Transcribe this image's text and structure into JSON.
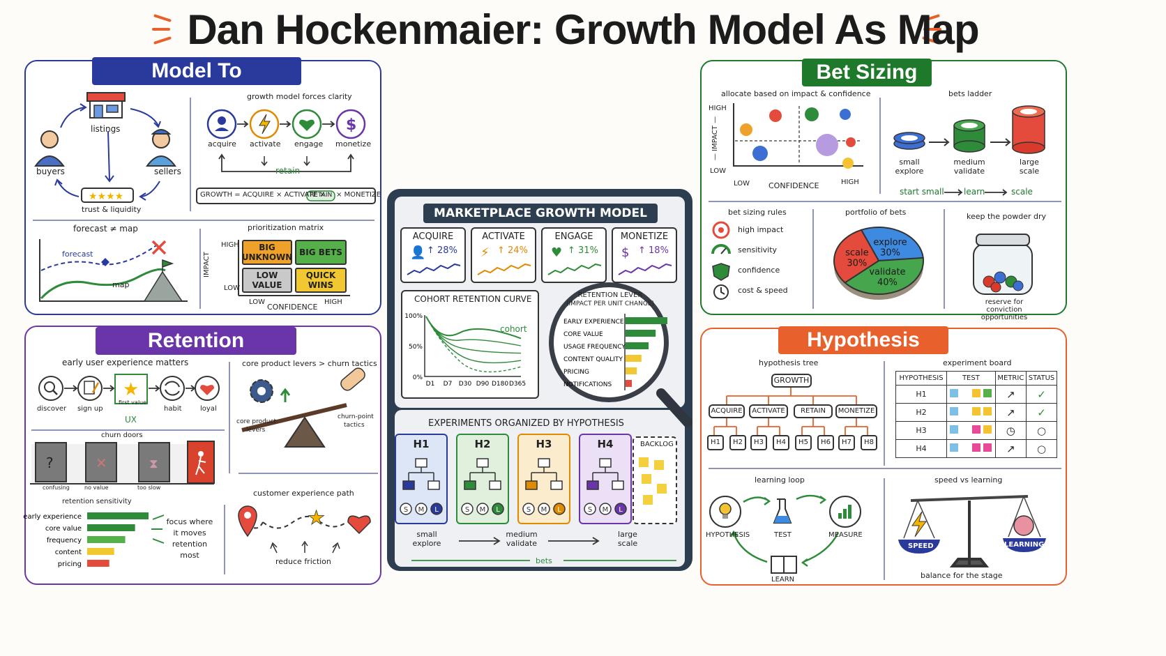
{
  "title": "Dan Hockenmaier: Growth Model As Map",
  "colors": {
    "blue": "#2a3a9c",
    "green": "#1e7a2a",
    "purple": "#6a35a8",
    "orange": "#e8602c",
    "navy": "#2d3e50"
  },
  "model": {
    "title": "Model To Understand",
    "listings": "listings",
    "buyers": "buyers",
    "sellers": "sellers",
    "trust": "trust & liquidity",
    "clarity": "growth model forces clarity",
    "steps": [
      "acquire",
      "activate",
      "engage",
      "monetize"
    ],
    "retain": "retain",
    "formula_a": "GROWTH = ACQUIRE × ACTIVATE ×",
    "formula_b": "RETAIN",
    "formula_c": "× MONETIZE",
    "forecast_title": "forecast ≠ map",
    "forecast": "forecast",
    "map": "map",
    "matrix_title": "prioritization matrix",
    "high": "HIGH",
    "low": "LOW",
    "impact": "IMPACT",
    "confidence": "CONFIDENCE",
    "cells": [
      "BIG UNKNOWN",
      "BIG BETS",
      "LOW VALUE",
      "QUICK WINS"
    ]
  },
  "bet": {
    "title": "Bet Sizing",
    "scatter_title": "allocate based on impact & confidence",
    "high": "HIGH",
    "low": "LOW",
    "impact": "— IMPACT —",
    "confidence": "CONFIDENCE",
    "ladder_title": "bets ladder",
    "ladder": [
      [
        "small",
        "explore"
      ],
      [
        "medium",
        "validate"
      ],
      [
        "large",
        "scale"
      ]
    ],
    "ladder_flow": [
      "start small",
      "learn",
      "scale"
    ],
    "rules_title": "bet sizing rules",
    "rules": [
      "high impact",
      "sensitivity",
      "confidence",
      "cost & speed"
    ],
    "portfolio_title": "portfolio of bets",
    "slices": [
      {
        "name": "explore",
        "value": 30,
        "label": "30%"
      },
      {
        "name": "validate",
        "value": 40,
        "label": "40%"
      },
      {
        "name": "scale",
        "value": 30,
        "label": "30%"
      }
    ],
    "powder_title": "keep the powder dry",
    "reserve": [
      "reserve for",
      "conviction",
      "opportunities"
    ]
  },
  "ret": {
    "title": "Retention Sensitivity",
    "ux_title": "early user experience matters",
    "steps": [
      "discover",
      "sign up",
      "first value",
      "habit",
      "loyal"
    ],
    "ux": "UX",
    "levers_title": "core product levers > churn tactics",
    "core": [
      "core product",
      "levers"
    ],
    "churn": [
      "churn-point",
      "tactics"
    ],
    "doors_title": "churn doors",
    "doors": [
      "confusing",
      "no value",
      "too slow"
    ],
    "sens_title": "retention sensitivity",
    "sens": [
      {
        "label": "early experience",
        "value": 1.0
      },
      {
        "label": "core value",
        "value": 0.78
      },
      {
        "label": "frequency",
        "value": 0.62
      },
      {
        "label": "content",
        "value": 0.44
      },
      {
        "label": "pricing",
        "value": 0.36
      }
    ],
    "focus": [
      "focus where",
      "it moves",
      "retention",
      "most"
    ],
    "path_title": "customer experience path",
    "friction": "reduce friction"
  },
  "hyp": {
    "title": "Hypothesis Tests",
    "tree_title": "hypothesis tree",
    "root": "GROWTH",
    "branches": [
      "ACQUIRE",
      "ACTIVATE",
      "RETAIN",
      "MONETIZE"
    ],
    "leaves": [
      "H1",
      "H2",
      "H3",
      "H4",
      "H5",
      "H6",
      "H7",
      "H8"
    ],
    "board_title": "experiment board",
    "headers": [
      "HYPOTHESIS",
      "TEST",
      "METRIC",
      "STATUS"
    ],
    "rows": [
      "H1",
      "H2",
      "H3",
      "H4"
    ],
    "loop_title": "learning loop",
    "loop": [
      "HYPOTHESIS",
      "TEST",
      "MEASURE",
      "LEARN"
    ],
    "speed_title": "speed vs learning",
    "speed": "SPEED",
    "learning": "LEARNING",
    "balance": "balance for the stage"
  },
  "center": {
    "title": "MARKETPLACE GROWTH MODEL",
    "kpis": [
      {
        "name": "ACQUIRE",
        "value": "↑ 28%"
      },
      {
        "name": "ACTIVATE",
        "value": "↑ 24%"
      },
      {
        "name": "ENGAGE",
        "value": "↑ 31%"
      },
      {
        "name": "MONETIZE",
        "value": "↑ 18%"
      }
    ],
    "cohort_title": "COHORT RETENTION CURVE",
    "cohort": "cohort",
    "yticks": [
      "100%",
      "50%",
      "0%"
    ],
    "xticks": [
      "D1",
      "D7",
      "D30",
      "D90",
      "D180",
      "D365"
    ],
    "lever_title": "RETENTION LEVER",
    "lever_sub": "(IMPACT PER UNIT CHANGE)",
    "levers": [
      {
        "label": "EARLY EXPERIENCE",
        "value": 1.0
      },
      {
        "label": "CORE VALUE",
        "value": 0.72
      },
      {
        "label": "USAGE FREQUENCY",
        "value": 0.55
      },
      {
        "label": "CONTENT QUALITY",
        "value": 0.38
      },
      {
        "label": "PRICING",
        "value": 0.27
      },
      {
        "label": "NOTIFICATIONS",
        "value": 0.15
      }
    ],
    "exp_title": "EXPERIMENTS ORGANIZED BY HYPOTHESIS",
    "cols": [
      "H1",
      "H2",
      "H3",
      "H4"
    ],
    "backlog": "BACKLOG",
    "sml": [
      "S",
      "M",
      "L"
    ],
    "flow": [
      [
        "small",
        "explore"
      ],
      [
        "medium",
        "validate"
      ],
      [
        "large",
        "scale"
      ]
    ],
    "bets": "bets"
  }
}
